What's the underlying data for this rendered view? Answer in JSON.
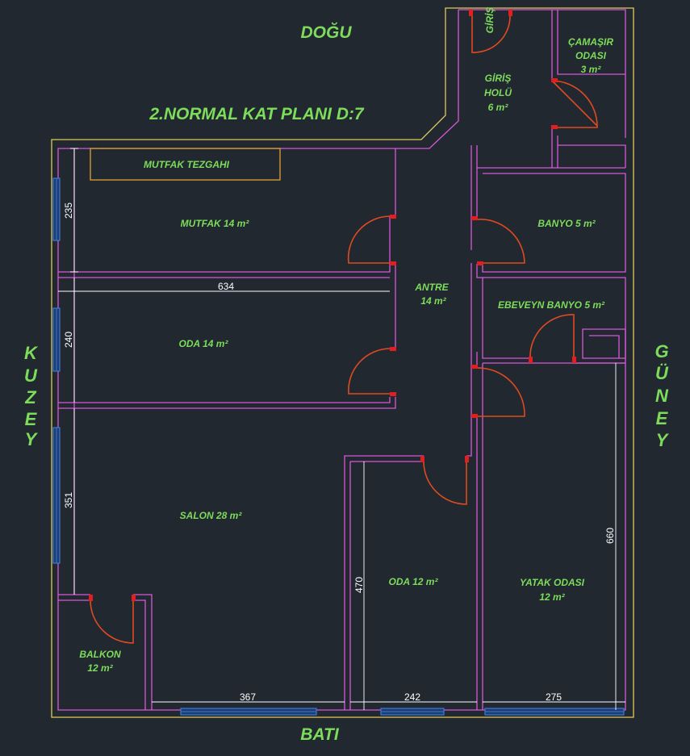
{
  "title": "2.NORMAL KAT PLANI D:7",
  "directions": {
    "east": "DOĞU",
    "west": "BATI",
    "north": [
      "K",
      "U",
      "Z",
      "E",
      "Y"
    ],
    "south": [
      "G",
      "Ü",
      "N",
      "E",
      "Y"
    ]
  },
  "rooms": {
    "entry_door": "GİRİŞ",
    "entry_hall": [
      "GİRİŞ",
      "HOLÜ",
      "6 m²"
    ],
    "laundry": [
      "ÇAMAŞIR",
      "ODASI",
      "3 m²"
    ],
    "counter": "MUTFAK TEZGAHI",
    "kitchen": "MUTFAK 14 m²",
    "bathroom": "BANYO 5 m²",
    "hall": [
      "ANTRE",
      "14 m²"
    ],
    "room1": "ODA 14 m²",
    "parent_bath": "EBEVEYN BANYO 5 m²",
    "living": "SALON 28 m²",
    "room2": "ODA 12 m²",
    "bedroom": [
      "YATAK ODASI",
      "12 m²"
    ],
    "balcony": [
      "BALKON",
      "12 m²"
    ]
  },
  "dimensions": {
    "kitchen_h": "235",
    "room_w": "634",
    "room_h": "240",
    "living_h": "351",
    "living_w": "367",
    "room2_h": "470",
    "room2_w": "242",
    "bedroom_h": "660",
    "bedroom_w": "275"
  },
  "colors": {
    "background": "#212830",
    "label": "#7ddc5a",
    "wall": "#d858d8",
    "outline": "#e0cc5a",
    "door": "#e04a20",
    "window": "#3a7ae0"
  }
}
